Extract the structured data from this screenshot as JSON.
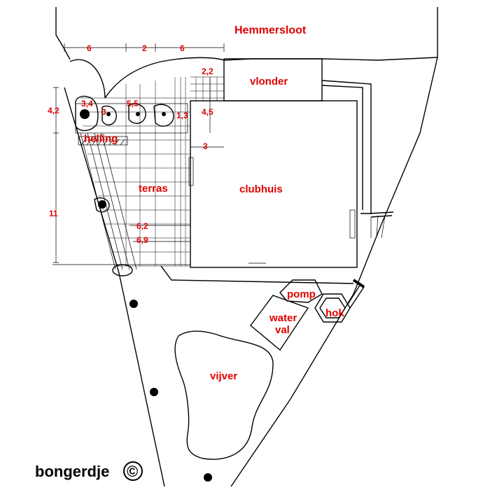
{
  "labels": {
    "canal": "Hemmersloot",
    "deck": "vlonder",
    "clubhouse": "clubhuis",
    "terrace": "terras",
    "ramp": "helling",
    "pump": "pomp",
    "waterfall_line1": "water",
    "waterfall_line2": "val",
    "shed": "hok",
    "pond": "vijver"
  },
  "dimensions": {
    "top_left": "6",
    "top_middle": "2",
    "top_right": "6",
    "left_upper": "4,2",
    "left_lower": "11",
    "plant_a": "3,4",
    "plant_b": "3",
    "plant_c": "5,5",
    "near_deck": "2,2",
    "small_step": "1,3",
    "right_height": "4,5",
    "right_width": "3",
    "terrace_width_1": "6,2",
    "terrace_width_2": "6,9"
  },
  "signature": {
    "text": "bongerdje",
    "copyright_symbol": "©"
  }
}
